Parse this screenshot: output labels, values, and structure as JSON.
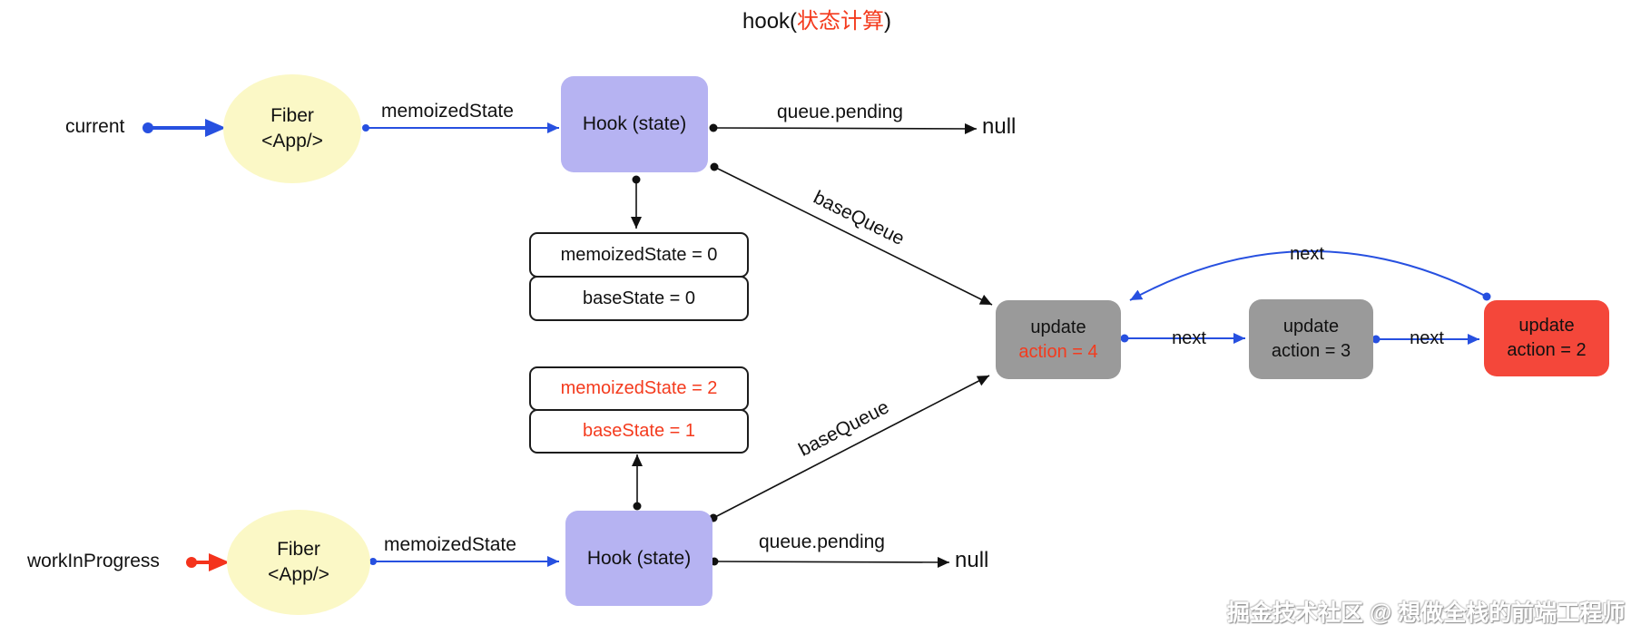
{
  "title": {
    "prefix": "hook(",
    "highlight": "状态计算",
    "suffix": ")"
  },
  "current_branch": {
    "pointer": "current",
    "fiber": {
      "line1": "Fiber",
      "line2": "<App/>"
    },
    "hook": "Hook (state)",
    "edges": {
      "memoized_state": "memoizedState",
      "queue_pending": "queue.pending",
      "queue_pending_target": "null",
      "base_queue": "baseQueue"
    },
    "state": {
      "memoized": "memoizedState = 0",
      "base": "baseState = 0"
    }
  },
  "wip_branch": {
    "pointer": "workInProgress",
    "fiber": {
      "line1": "Fiber",
      "line2": "<App/>"
    },
    "hook": "Hook (state)",
    "edges": {
      "memoized_state": "memoizedState",
      "queue_pending": "queue.pending",
      "queue_pending_target": "null",
      "base_queue": "baseQueue"
    },
    "state": {
      "memoized": "memoizedState = 2",
      "base": "baseState = 1"
    }
  },
  "update_queue": {
    "nodes": [
      {
        "title": "update",
        "action": "action = 4"
      },
      {
        "title": "update",
        "action": "action = 3"
      },
      {
        "title": "update",
        "action": "action = 2"
      }
    ],
    "next_labels": [
      "next",
      "next",
      "next"
    ]
  },
  "watermark": "掘金技术社区 @ 想做全栈的前端工程师",
  "colors": {
    "accent_blue": "#2750e0",
    "accent_red_text": "#f43b1e",
    "pointer_red": "#f4331c",
    "box_gray": "#9a9a9a",
    "box_red": "#f4473a",
    "box_lavender": "#b6b3f2",
    "ellipse_yellow": "#fbf8c6"
  }
}
